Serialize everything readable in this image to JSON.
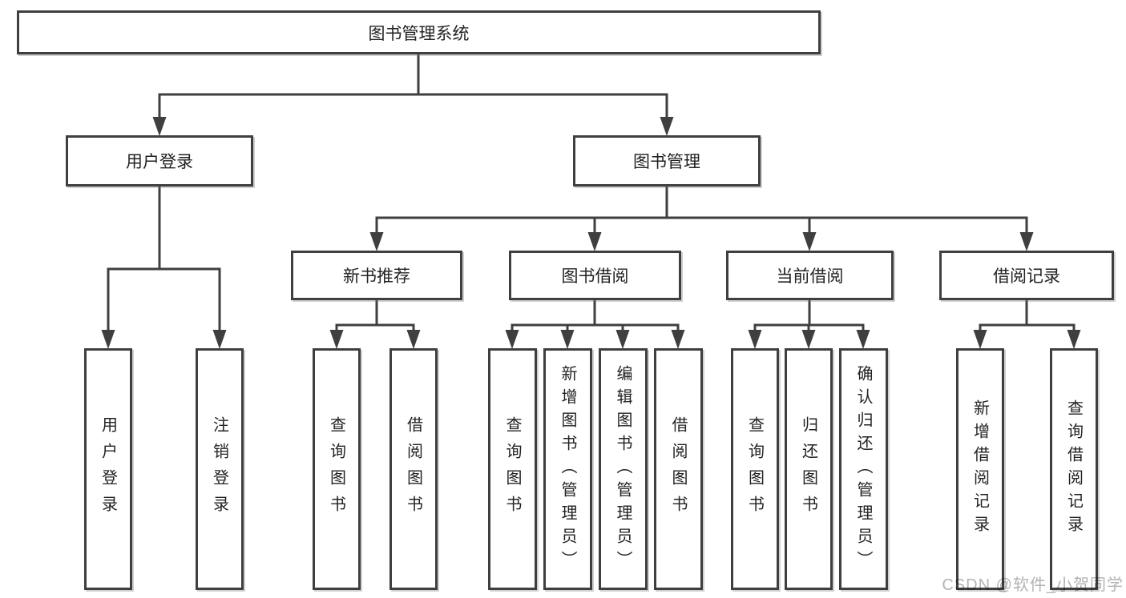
{
  "diagram": {
    "root": {
      "label": "图书管理系统"
    },
    "level2": {
      "user_login": {
        "label": "用户登录"
      },
      "book_mgmt": {
        "label": "图书管理"
      }
    },
    "level3": {
      "new_book_rec": {
        "label": "新书推荐"
      },
      "book_borrow": {
        "label": "图书借阅"
      },
      "current_borrow": {
        "label": "当前借阅"
      },
      "borrow_records": {
        "label": "借阅记录"
      }
    },
    "leaves": {
      "user_login_action": {
        "label": "用户登录"
      },
      "logout_action": {
        "label": "注销登录"
      },
      "rec_query_books": {
        "label": "查询图书"
      },
      "rec_borrow_books": {
        "label": "借阅图书"
      },
      "bb_query_books": {
        "label": "查询图书"
      },
      "bb_add_books": {
        "label": "新增图书（管理员）"
      },
      "bb_edit_books": {
        "label": "编辑图书（管理员）"
      },
      "bb_borrow_books": {
        "label": "借阅图书"
      },
      "cb_query_books": {
        "label": "查询图书"
      },
      "cb_return_books": {
        "label": "归还图书"
      },
      "cb_confirm_return": {
        "label": "确认归还（管理员）"
      },
      "br_add_record": {
        "label": "新增借阅记录"
      },
      "br_query_record": {
        "label": "查询借阅记录"
      }
    }
  },
  "watermark": {
    "text": "CSDN @软件_小贺同学"
  },
  "colors": {
    "line": "#3f3f3f",
    "text": "#222222",
    "background": "#ffffff",
    "watermark": "#b3b3b3"
  }
}
